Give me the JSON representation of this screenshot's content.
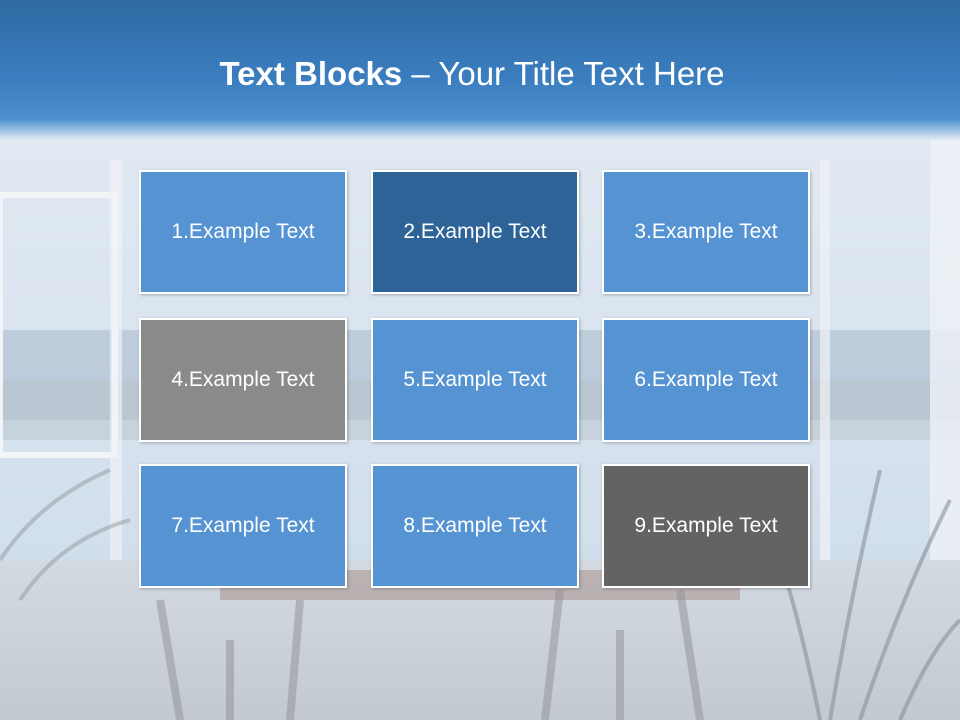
{
  "slide": {
    "title_bold": "Text Blocks",
    "title_rest": " – Your Title Text Here"
  },
  "blocks": [
    {
      "label": "1.Example Text",
      "color": "#5593d2"
    },
    {
      "label": "2.Example Text",
      "color": "#2e6398"
    },
    {
      "label": "3.Example Text",
      "color": "#5593d2"
    },
    {
      "label": "4.Example Text",
      "color": "#8a8a8a"
    },
    {
      "label": "5.Example Text",
      "color": "#5593d2"
    },
    {
      "label": "6.Example Text",
      "color": "#5593d2"
    },
    {
      "label": "7.Example Text",
      "color": "#5593d2"
    },
    {
      "label": "8.Example Text",
      "color": "#5593d2"
    },
    {
      "label": "9.Example Text",
      "color": "#636363"
    }
  ],
  "colors": {
    "title_band": "#3a7dbe",
    "block_border": "#ffffff"
  }
}
